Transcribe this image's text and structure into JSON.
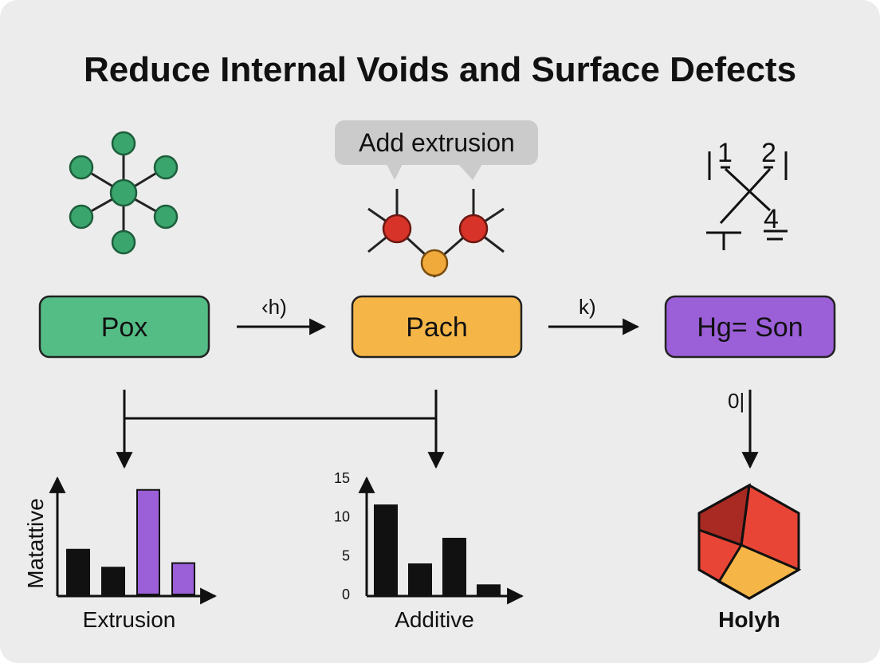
{
  "title": "Reduce Internal Voids and Surface Defects",
  "callout": "Add extrusion",
  "nodes": {
    "pox": {
      "label": "Pox",
      "color": "#54bd86"
    },
    "pach": {
      "label": "Pach",
      "color": "#f6b647"
    },
    "hg": {
      "label": "Hg= Son",
      "color": "#9b5fd8"
    }
  },
  "edges": {
    "pox_to_pach": "‹h)",
    "pach_to_hg": "k)",
    "hg_down": "0|"
  },
  "symbol_glyphs": {
    "g1": "1",
    "g2": "2",
    "g4": "4"
  },
  "colors": {
    "molecule_green": "#3aa56d",
    "atom_red": "#d83328",
    "atom_orange": "#f0a93b",
    "purple_bar": "#9b5fd8",
    "callout_bg": "#cbcbcb"
  },
  "chart_data": [
    {
      "type": "bar",
      "xlabel": "Extrusion",
      "ylabel": "Matattive",
      "values": [
        3,
        1.8,
        7,
        2.1
      ],
      "colors": [
        "#111111",
        "#111111",
        "#9b5fd8",
        "#9b5fd8"
      ],
      "ylim": [
        0,
        8
      ]
    },
    {
      "type": "bar",
      "xlabel": "Additive",
      "ylabel": "",
      "ytick_labels": [
        "0",
        "5",
        "10",
        "15"
      ],
      "yticks": [
        0,
        5,
        10,
        15
      ],
      "values": [
        11.5,
        3.9,
        7.2,
        1.2
      ],
      "colors": [
        "#111111",
        "#111111",
        "#111111",
        "#111111"
      ],
      "ylim": [
        0,
        15
      ]
    }
  ],
  "hexagon": {
    "label": "Holyh"
  }
}
